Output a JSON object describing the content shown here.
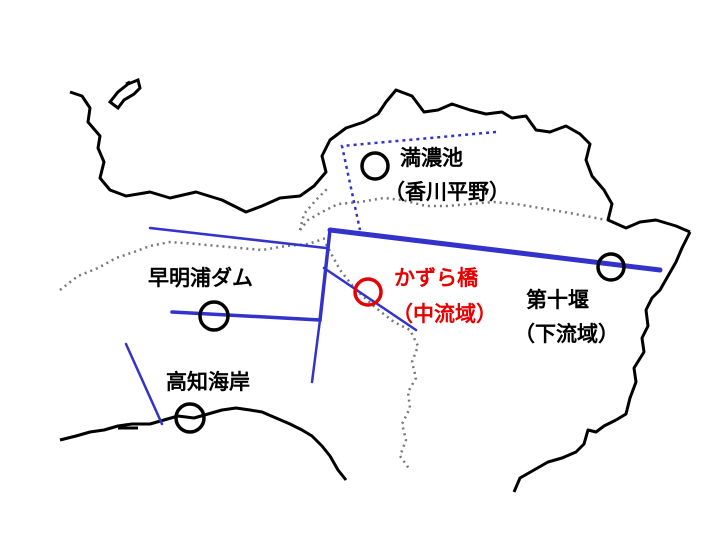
{
  "labels": {
    "mannoike": "満濃池",
    "kagawa_plain": "（香川平野）",
    "hayaakeura_dam": "早明浦ダム",
    "kazura_bashi": "かずら橋",
    "middle_reach": "（中流域）",
    "dai_juseki": "第十堰",
    "lower_reach": "（下流域）",
    "kochi_coast": "高知海岸"
  },
  "colors": {
    "river": "#3333cc",
    "highlight": "#e60000",
    "coastline": "#000000",
    "boundary": "#777777",
    "background": "#ffffff"
  },
  "legend_semantics": {
    "solid_blue_line": "river / water route",
    "dotted_blue_line": "canal route",
    "black_circle": "place marker",
    "red_circle": "highlighted place marker",
    "dotted_gray_line": "prefectural boundary"
  }
}
